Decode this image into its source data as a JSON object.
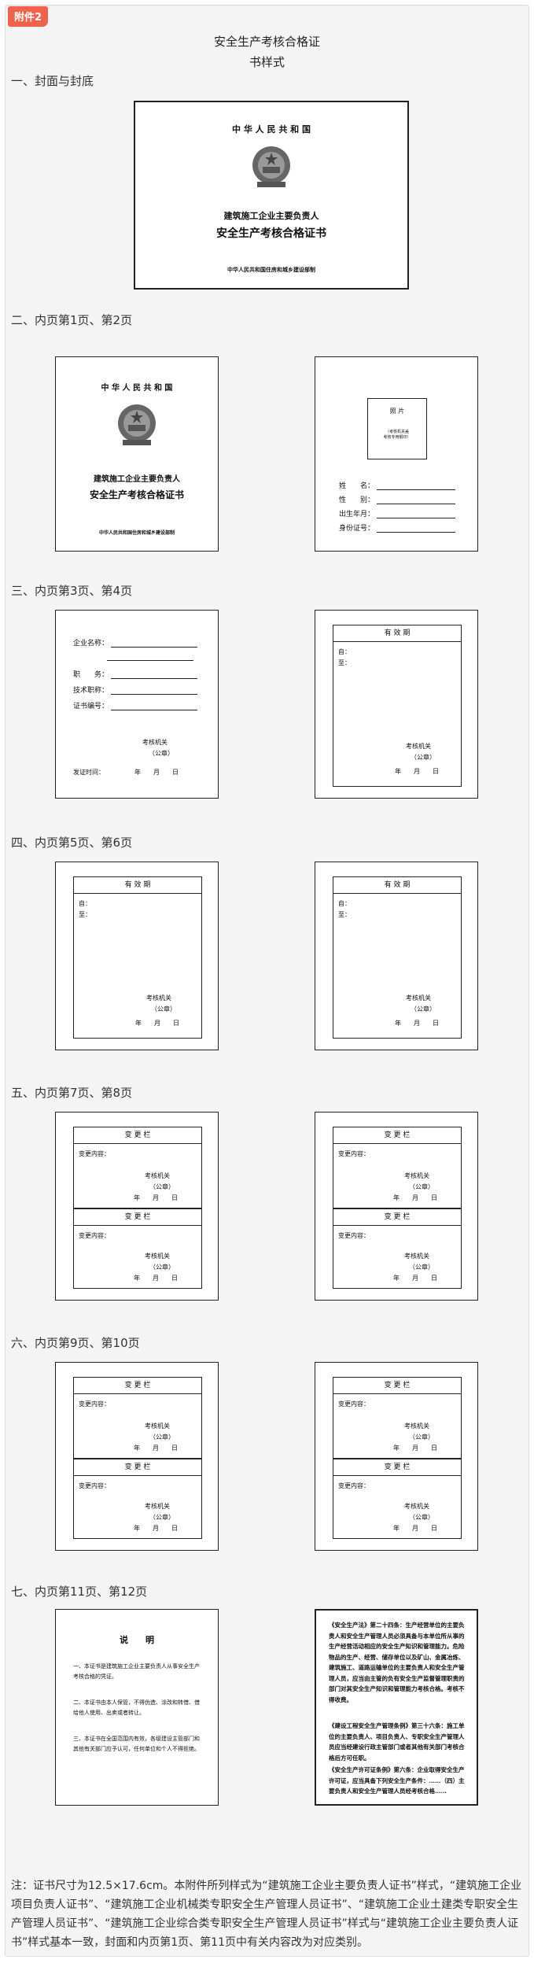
{
  "badge": "附件2",
  "title_line1": "安全生产考核合格证",
  "title_line2": "书样式",
  "sections": [
    "一、封面与封底",
    "二、内页第1页、第2页",
    "三、内页第3页、第4页",
    "四、内页第5页、第6页",
    "五、内页第7页、第8页",
    "六、内页第9页、第10页",
    "七、内页第11页、第12页"
  ],
  "cover": {
    "country": "中 华 人 民 共 和 国",
    "subject": "建筑施工企业主要负责人",
    "cert_name": "安全生产考核合格证书",
    "issuer": "中华人民共和国住房和城乡建设部制"
  },
  "page1": {
    "country": "中 华 人 民 共 和 国",
    "subject": "建筑施工企业主要负责人",
    "cert_name": "安全生产考核合格证书",
    "issuer": "中华人民共和国住房和城乡建设部制"
  },
  "page2": {
    "photo_label": "照 片",
    "photo_note": "（考核机关盖\n考核专用钢印）",
    "fields": [
      "姓　　名：",
      "性　　别：",
      "出生年月：",
      "身份证号："
    ]
  },
  "page3": {
    "fields": [
      "企业名称：",
      "职　　务：",
      "技术职称：",
      "证书编号："
    ],
    "authority": "考核机关",
    "seal": "（公章）",
    "issue_label": "发证时间：",
    "date": "年　　月　　日"
  },
  "validity": {
    "head": "有 效 期",
    "from": "自：",
    "to": "至：",
    "authority": "考核机关",
    "seal": "（公章）",
    "date": "年　　月　　日"
  },
  "change": {
    "head": "变 更 栏",
    "content": "变更内容：",
    "authority": "考核机关",
    "seal": "（公章）",
    "date": "年　　月　　日"
  },
  "page11": {
    "title": "说　　明",
    "items": [
      "一、本证书是建筑施工企业主要负责人从事安全生产考核合格的凭证。",
      "二、本证书由本人保管，不得伪造、涂改和转借、借给他人使用、出卖或者转让。",
      "三、本证书在全国范围内有效，各级建设主管部门和其他有关部门应予认可，任何单位和个人不得拒绝。"
    ]
  },
  "page12": {
    "paragraphs": [
      "《安全生产法》第二十四条：生产经营单位的主要负责人和安全生产管理人员必须具备与本单位所从事的生产经营活动相应的安全生产知识和管理能力。危险物品的生产、经营、储存单位以及矿山、金属冶炼、建筑施工、道路运输单位的主要负责人和安全生产管理人员，应当由主管的负有安全生产监督管理职责的部门对其安全生产知识和管理能力考核合格。考核不得收费。",
      "《建设工程安全生产管理条例》第三十六条：施工单位的主要负责人、项目负责人、专职安全生产管理人员应当经建设行政主管部门或者其他有关部门考核合格后方可任职。",
      "《安全生产许可证条例》第六条：企业取得安全生产许可证，应当具备下列安全生产条件：……（四）主要负责人和安全生产管理人员经考核合格……"
    ]
  },
  "note": "注：证书尺寸为12.5×17.6cm。本附件所列样式为“建筑施工企业主要负责人证书”样式，“建筑施工企业项目负责人证书”、“建筑施工企业机械类专职安全生产管理人员证书”、“建筑施工企业土建类专职安全生产管理人员证书”、“建筑施工企业综合类专职安全生产管理人员证书”样式与“建筑施工企业主要负责人证书”样式基本一致，封面和内页第1页、第11页中有关内容改为对应类别。"
}
